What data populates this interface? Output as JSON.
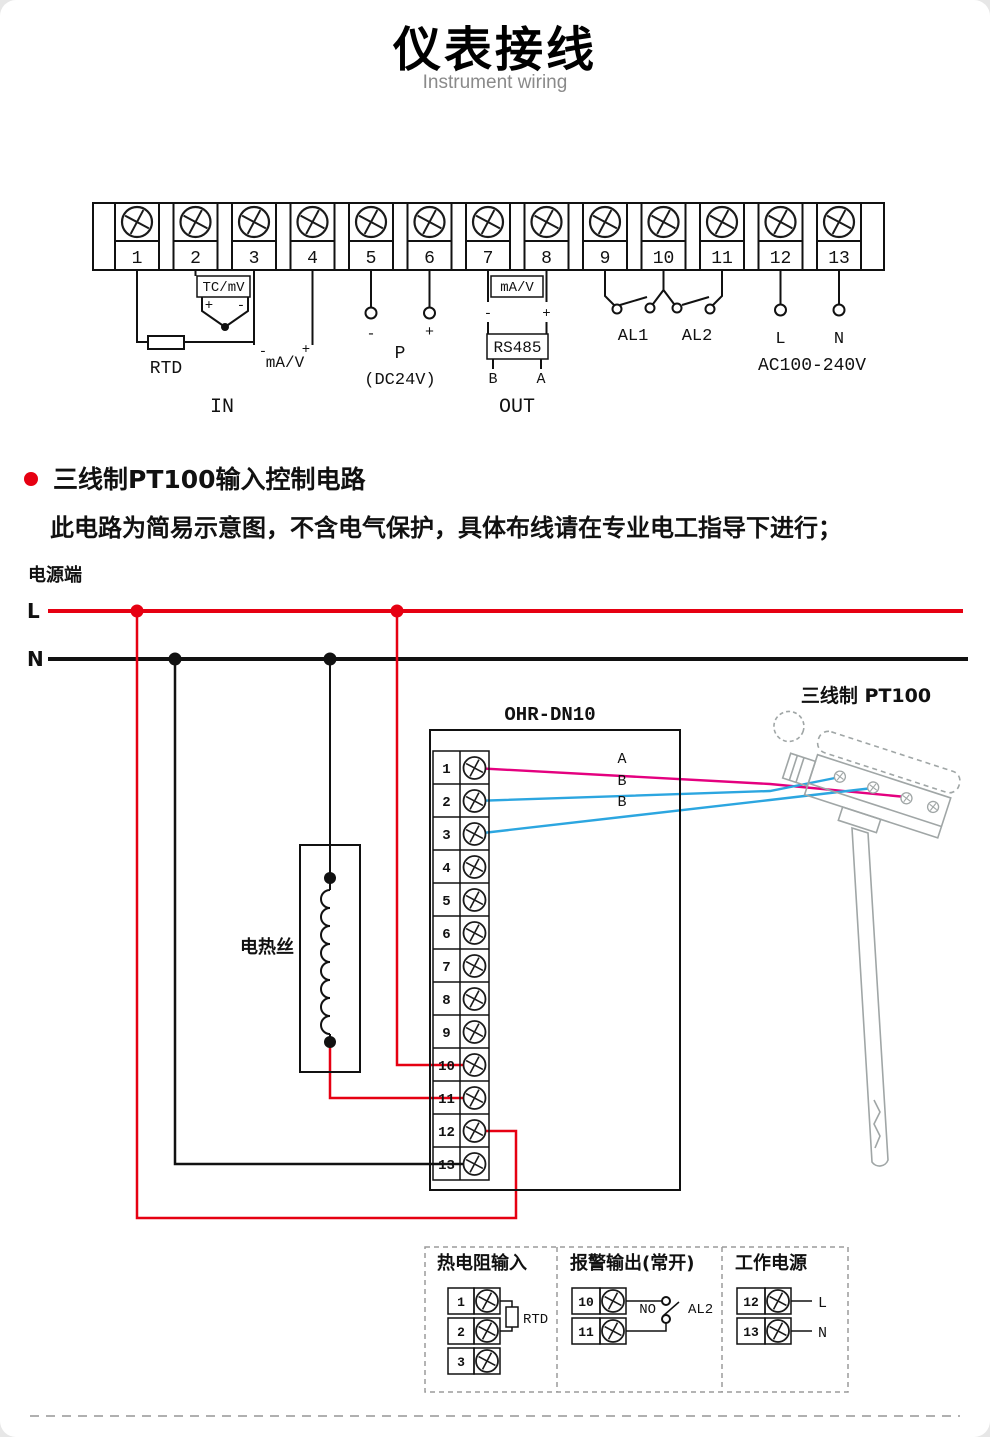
{
  "page": {
    "title": "仪表接线",
    "subtitle": "Instrument wiring"
  },
  "terminals": [
    "1",
    "2",
    "3",
    "4",
    "5",
    "6",
    "7",
    "8",
    "9",
    "10",
    "11",
    "12",
    "13"
  ],
  "strip": {
    "tc_label": "TC/mV",
    "tc_plus": "+",
    "tc_minus": "-",
    "rtd_label": "RTD",
    "mav_in_minus": "-",
    "mav_in_label": "mA/V",
    "mav_in_plus": "+",
    "in_label": "IN",
    "p_minus": "-",
    "p_plus": "+",
    "p_label": "P",
    "p_sub": "(DC24V)",
    "mav_out_label": "mA/V",
    "mav_out_minus": "-",
    "mav_out_plus": "+",
    "rs485_label": "RS485",
    "rs485_b": "B",
    "rs485_a": "A",
    "out_label": "OUT",
    "al1_label": "AL1",
    "al2_label": "AL2",
    "l_label": "L",
    "n_label": "N",
    "ac_label": "AC100-240V"
  },
  "section": {
    "heading": "三线制PT100输入控制电路",
    "note": "此电路为简易示意图，不含电气保护，具体布线请在专业电工指导下进行；"
  },
  "circuit": {
    "power_label": "电源端",
    "line_l": "L",
    "line_n": "N",
    "heater_label": "电热丝",
    "device_label": "OHR-DN10",
    "sensor_label": "三线制 PT100",
    "wire_a": "A",
    "wire_b1": "B",
    "wire_b2": "B"
  },
  "legend": {
    "rtd_title": "热电阻输入",
    "rtd_label": "RTD",
    "alarm_title": "报警输出(常开)",
    "alarm_no": "NO",
    "alarm_al2": "AL2",
    "power_title": "工作电源",
    "power_l": "L",
    "power_n": "N"
  },
  "colors": {
    "red": "#e60012",
    "magenta": "#e4007f",
    "blue": "#2ca6e0",
    "sensor_gray": "#a0a6a6"
  }
}
